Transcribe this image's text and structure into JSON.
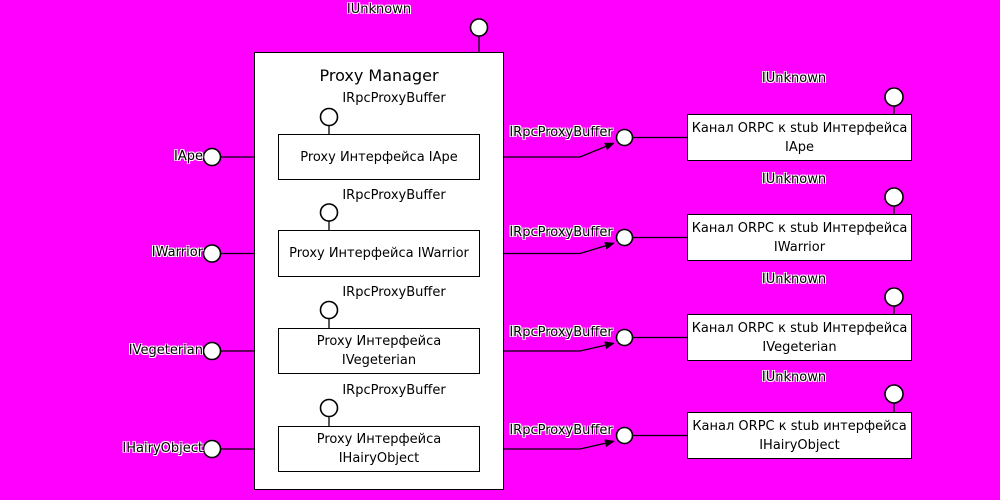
{
  "colors": {
    "background": "#ff00ff",
    "box_fill": "#ffffff",
    "line": "#000000",
    "text": "#000000",
    "halo": "#ffffff"
  },
  "top_interface": {
    "label": "IUnknown"
  },
  "proxy_manager": {
    "title": "Proxy Manager",
    "proxies": [
      {
        "buffer_label": "IRpcProxyBuffer",
        "lines": [
          "Proxy Интерфейса IApe"
        ]
      },
      {
        "buffer_label": "IRpcProxyBuffer",
        "lines": [
          "Proxy Интерфейса IWarrior"
        ]
      },
      {
        "buffer_label": "IRpcProxyBuffer",
        "lines": [
          "Proxy Интерфейса",
          "IVegeterian"
        ]
      },
      {
        "buffer_label": "IRpcProxyBuffer",
        "lines": [
          "Proxy Интерфейса",
          "IHairyObject"
        ]
      }
    ]
  },
  "left_interfaces": [
    {
      "label": "IApe"
    },
    {
      "label": "IWarrior"
    },
    {
      "label": "IVegeterian"
    },
    {
      "label": "IHairyObject"
    }
  ],
  "middle_connectors": [
    {
      "label": "IRpcProxyBuffer"
    },
    {
      "label": "IRpcProxyBuffer"
    },
    {
      "label": "IRpcProxyBuffer"
    },
    {
      "label": "IRpcProxyBuffer"
    }
  ],
  "channels": [
    {
      "top_label": "IUnknown",
      "lines": [
        "Канал ORPC к stub Интерфейса",
        "IApe"
      ]
    },
    {
      "top_label": "IUnknown",
      "lines": [
        "Канал ORPC к stub Интерфейса",
        "IWarrior"
      ]
    },
    {
      "top_label": "IUnknown",
      "lines": [
        "Канал ORPC к stub Интерфейса",
        "IVegeterian"
      ]
    },
    {
      "top_label": "IUnknown",
      "lines": [
        "Канал ORPC к stub интерфейса",
        "IHairyObject"
      ]
    }
  ]
}
